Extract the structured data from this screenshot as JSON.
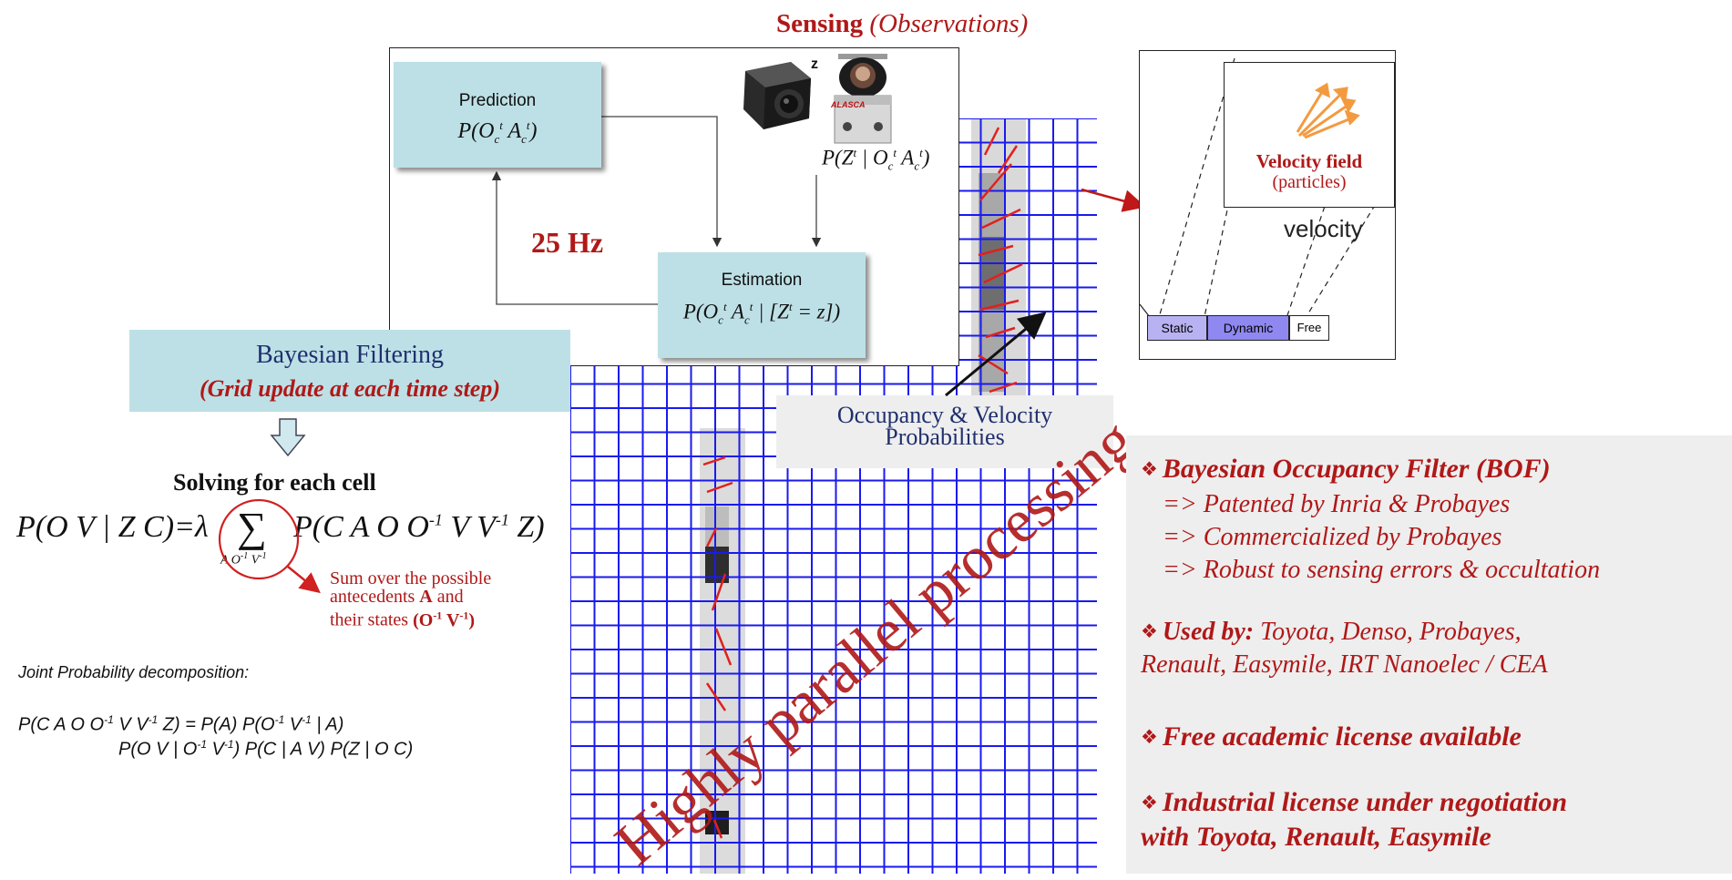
{
  "sensing": {
    "bold": "Sensing",
    "italic": "(Observations)"
  },
  "loop": {
    "prediction_label": "Prediction",
    "estimation_label": "Estimation",
    "rate": "25 Hz",
    "z_label": "z",
    "sensor_brand": "ALASCA"
  },
  "bayes": {
    "title": "Bayesian Filtering",
    "subtitle": "(Grid update at each time step)"
  },
  "solving": {
    "title": "Solving for each cell",
    "note_line1": "Sum over the possible",
    "note_line2": "antecedents",
    "note_line3": "their states"
  },
  "joint": {
    "heading": "Joint Probability decomposition:"
  },
  "occupancy": {
    "line1": "Occupancy & Velocity",
    "line2": "Probabilities"
  },
  "watermark": "Highly parallel processing",
  "inset": {
    "velocity_field": "Velocity field",
    "particles": "(particles)",
    "velocity": "velocity",
    "states": [
      "Static",
      "Dynamic",
      "Free"
    ]
  },
  "bof": {
    "title": "Bayesian Occupancy Filter (BOF)",
    "sub1": "=> Patented by Inria & Probayes",
    "sub2": "=> Commercialized by Probayes",
    "sub3": "=> Robust to sensing errors & occultation",
    "used_label": "Used by:",
    "used_line1": "Toyota,  Denso,  Probayes,",
    "used_line2": "Renault, Easymile,  IRT Nanoelec  / CEA",
    "free": "Free academic license available",
    "industrial_line1": "Industrial license under negotiation",
    "industrial_line2": "with Toyota, Renault, Easymile"
  },
  "colors": {
    "accent_red": "#b01818",
    "grid_blue": "#1a1aee",
    "teal_box": "#bde0e6",
    "navy": "#1f2f6e"
  }
}
